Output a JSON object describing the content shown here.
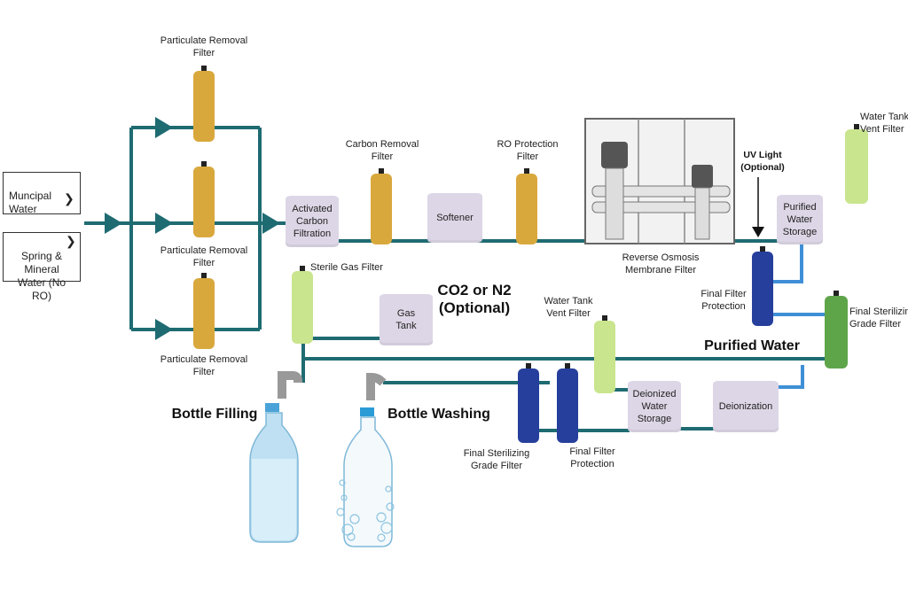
{
  "inputs": {
    "municipal": "Muncipal\nWater",
    "spring": "Spring &\nMineral\nWater (No RO)"
  },
  "labels": {
    "particulate_top": "Particulate Removal\nFilter",
    "particulate_mid": "Particulate Removal\nFilter",
    "particulate_bot": "Particulate Removal\nFilter",
    "carbon_removal": "Carbon Removal\nFilter",
    "ro_protection": "RO Protection\nFilter",
    "reverse_osmosis": "Reverse Osmosis\nMembrane Filter",
    "uv_light": "UV Light\n(Optional)",
    "vent_top": "Water Tank\nVent Filter",
    "sterile_gas": "Sterile Gas Filter",
    "co2_n2": "CO2 or N2\n(Optional)",
    "vent_mid": "Water Tank\nVent Filter",
    "final_filter_protection_top": "Final Filter\nProtection",
    "final_sterilizing_right": "Final Sterilizing\nGrade Filter",
    "purified_water": "Purified Water",
    "bottle_filling": "Bottle Filling",
    "bottle_washing": "Bottle Washing",
    "final_sterilizing_bottom": "Final Sterilizing\nGrade Filter",
    "final_filter_protection_bottom": "Final Filter\nProtection"
  },
  "tanks": {
    "activated_carbon": "Activated\nCarbon\nFiltration",
    "softener": "Softener",
    "gas_tank": "Gas\nTank",
    "purified_storage": "Purified\nWater\nStorage",
    "deionized_storage": "Deionized\nWater\nStorage",
    "deionization": "Deionization"
  },
  "colors": {
    "pipe_teal": "#1f6b72",
    "pipe_blue": "#3f8fd6",
    "filter_gold": "#d9a83c",
    "filter_lime": "#c9e58d",
    "filter_green": "#5ea54a",
    "filter_blue": "#263f9c",
    "tank_lilac": "#ddd6e6",
    "bottle": "#bfe0f2"
  }
}
